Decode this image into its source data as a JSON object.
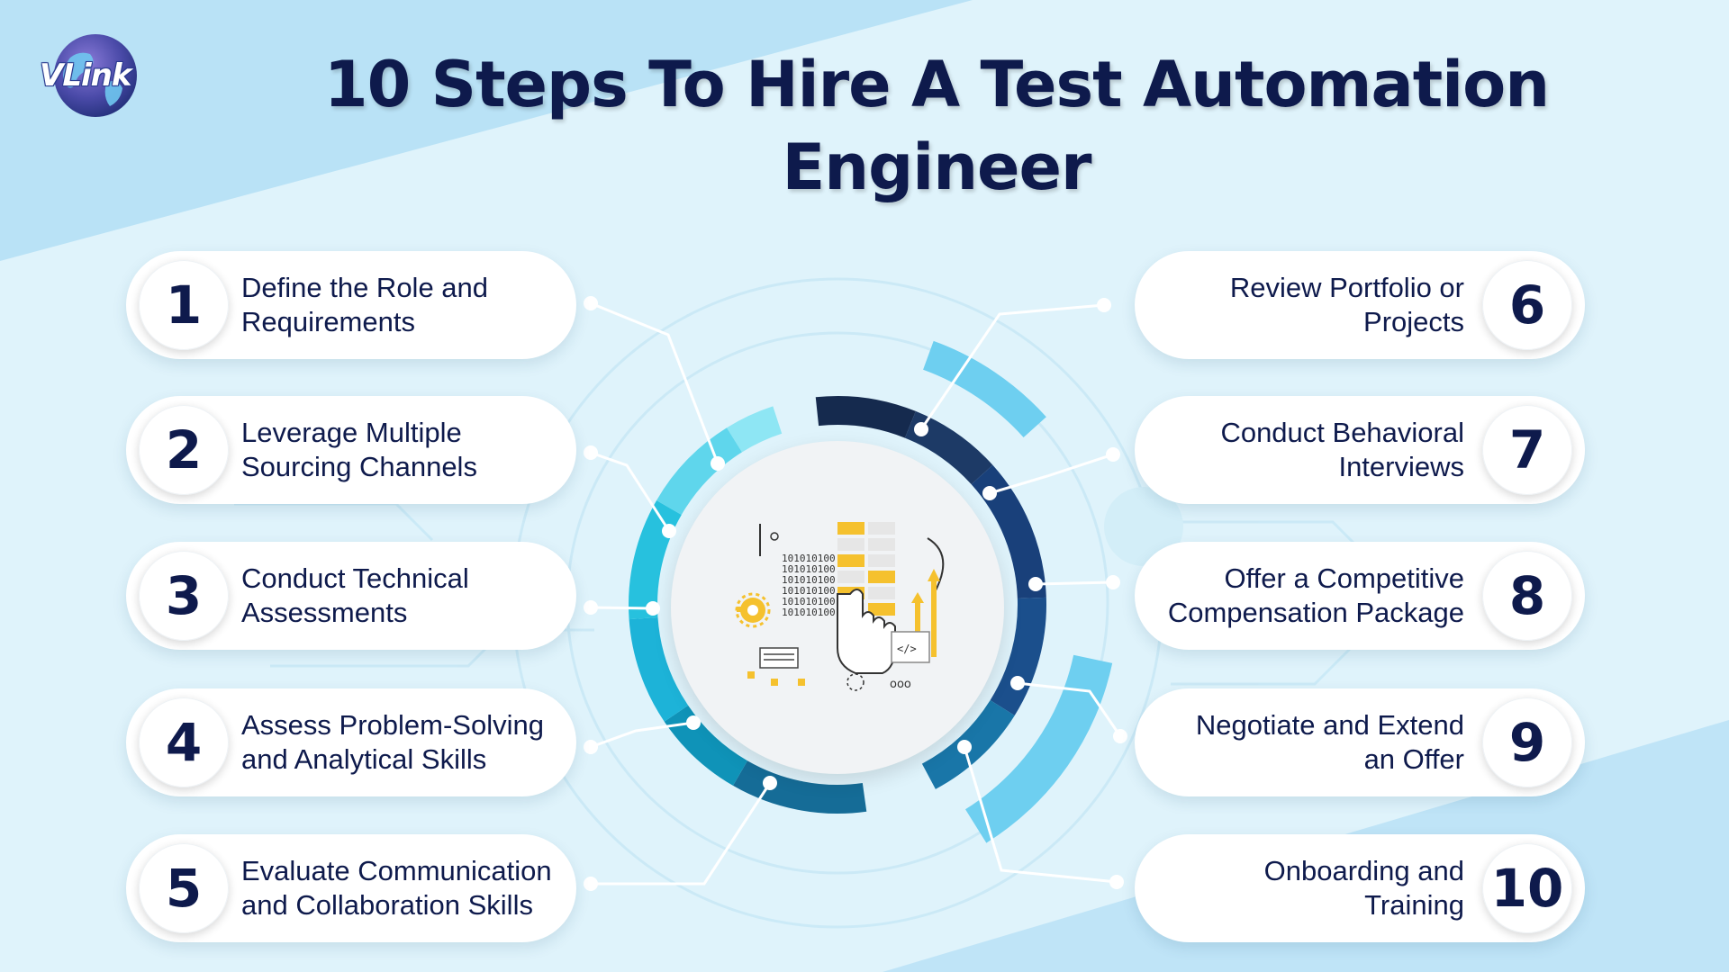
{
  "logo": {
    "text": "VLink"
  },
  "title": "10 Steps To Hire A Test Automation Engineer",
  "steps": [
    {
      "number": "1",
      "label": "Define the Role and Requirements"
    },
    {
      "number": "2",
      "label": "Leverage Multiple Sourcing Channels"
    },
    {
      "number": "3",
      "label": "Conduct Technical Assessments"
    },
    {
      "number": "4",
      "label": "Assess Problem-Solving and Analytical Skills"
    },
    {
      "number": "5",
      "label": "Evaluate Communication and Collaboration Skills"
    },
    {
      "number": "6",
      "label": "Review Portfolio or Projects"
    },
    {
      "number": "7",
      "label": "Conduct Behavioral Interviews"
    },
    {
      "number": "8",
      "label": "Offer a Competitive Compensation Package"
    },
    {
      "number": "9",
      "label": "Negotiate and Extend an Offer"
    },
    {
      "number": "10",
      "label": "Onboarding and Training"
    }
  ],
  "illustration": {
    "binary_text": "101010100",
    "code_icon": "</>",
    "dots": "ooo"
  },
  "colors": {
    "title": "#0e1a4c",
    "background": "#dff3fb",
    "accent_light": "#6ecff0",
    "accent_cyan": "#1db3d8",
    "accent_navy": "#152a4e",
    "illustration_yellow": "#f5c12e"
  }
}
